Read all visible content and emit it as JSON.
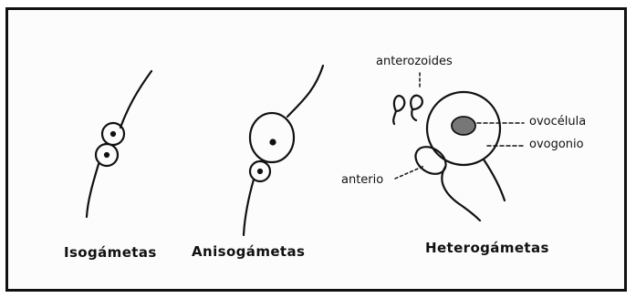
{
  "diagram": {
    "panels": [
      {
        "caption": "Isogámetas"
      },
      {
        "caption": "Anisogámetas"
      },
      {
        "caption": "Heterogámetas"
      }
    ],
    "labels": {
      "anterozoides": "anterozoides",
      "ovocelula": "ovocélula",
      "ovogonio": "ovogonio",
      "anterio": "anterio"
    }
  }
}
